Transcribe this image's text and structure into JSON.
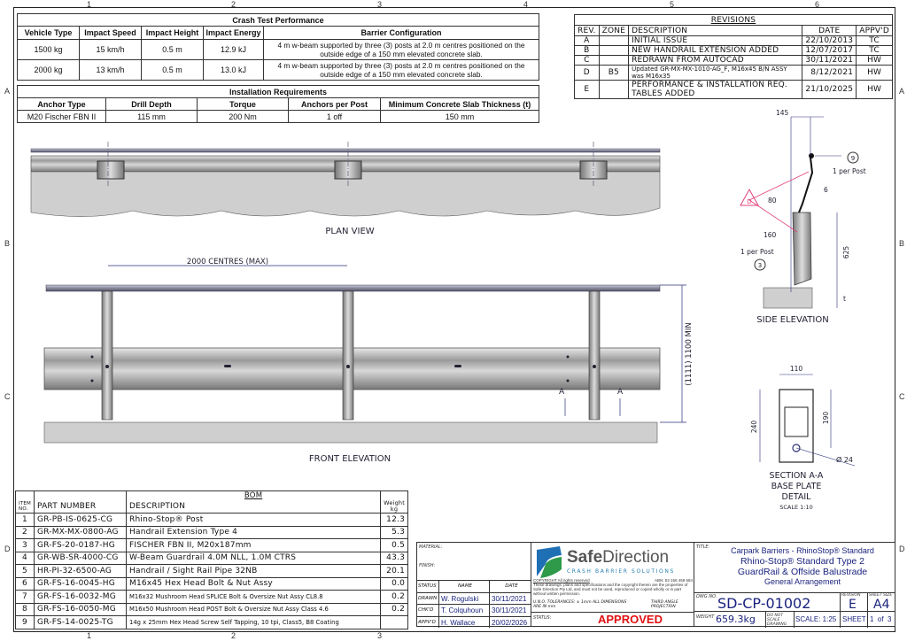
{
  "zones": {
    "cols": [
      "1",
      "2",
      "3",
      "4",
      "5",
      "6"
    ],
    "rows": [
      "A",
      "B",
      "C",
      "D"
    ]
  },
  "crash_test": {
    "title": "Crash Test Performance",
    "headers": [
      "Vehicle Type",
      "Impact Speed",
      "Impact Height",
      "Impact Energy",
      "Barrier Configuration"
    ],
    "rows": [
      [
        "1500 kg",
        "15 km/h",
        "0.5 m",
        "12.9 kJ",
        "4 m w-beam supported by three (3) posts at 2.0 m centres positioned on the outside edge of a 150 mm elevated concrete slab."
      ],
      [
        "2000 kg",
        "13 km/h",
        "0.5 m",
        "13.0 kJ",
        "4 m w-beam supported by three (3) posts at 2.0 m centres positioned on the outside edge of a 150 mm elevated concrete slab."
      ]
    ]
  },
  "installation": {
    "title": "Installation Requirements",
    "headers": [
      "Anchor Type",
      "Drill Depth",
      "Torque",
      "Anchors per Post",
      "Minimum Concrete Slab Thickness (t)"
    ],
    "row": [
      "M20 Fischer FBN II",
      "115 mm",
      "200 Nm",
      "1 off",
      "150 mm"
    ]
  },
  "revisions": {
    "title": "REVISIONS",
    "headers": [
      "REV.",
      "ZONE",
      "DESCRIPTION",
      "DATE",
      "APPV'D"
    ],
    "rows": [
      [
        "A",
        "",
        "INITIAL ISSUE",
        "22/10/2013",
        "TC"
      ],
      [
        "B",
        "",
        "NEW HANDRAIL EXTENSION ADDED",
        "12/07/2017",
        "TC"
      ],
      [
        "C",
        "",
        "REDRAWN FROM AUTOCAD",
        "30/11/2021",
        "HW"
      ],
      [
        "D",
        "B5",
        "Updated GR-MX-MX-1010-AG_F, M16x45 B/N ASSY was M16x35",
        "8/12/2021",
        "HW"
      ],
      [
        "E",
        "",
        "PERFORMANCE & INSTALLATION REQ. TABLES ADDED",
        "21/10/2025",
        "HW"
      ]
    ]
  },
  "views": {
    "plan": "PLAN VIEW",
    "front": "FRONT ELEVATION",
    "side": "SIDE ELEVATION",
    "section": [
      "SECTION A-A",
      "BASE PLATE",
      "DETAIL"
    ],
    "section_scale": "SCALE 1:10",
    "centres": "2000 CENTRES (MAX)",
    "height_min": "1100 MIN",
    "height_ref": "(1111)",
    "section_marker": "A",
    "side_dims": {
      "top": "145",
      "d6": "6",
      "d80": "80",
      "d160": "160",
      "d625": "625",
      "t": "t",
      "balloon9": "9",
      "balloon3": "3",
      "per_post": "1 per Post",
      "rev_tag": "D"
    },
    "section_dims": {
      "w": "110",
      "h": "240",
      "h2": "190",
      "dia": "Ø 24"
    }
  },
  "bom": {
    "title": "BOM",
    "headers": [
      "ITEM NO.",
      "PART NUMBER",
      "DESCRIPTION",
      "Weight kg"
    ],
    "rows": [
      [
        "1",
        "GR-PB-IS-0625-CG",
        "Rhino-Stop® Post",
        "12.3"
      ],
      [
        "2",
        "GR-MX-MX-0800-AG",
        "Handrail Extension Type 4",
        "5.3"
      ],
      [
        "3",
        "GR-FS-20-0187-HG",
        "FISCHER FBN II, M20x187mm",
        "0.5"
      ],
      [
        "4",
        "GR-WB-SR-4000-CG",
        "W-Beam Guardrail 4.0M NLL, 1.0M CTRS",
        "43.3"
      ],
      [
        "5",
        "HR-PI-32-6500-AG",
        "Handrail / Sight Rail Pipe 32NB",
        "20.1"
      ],
      [
        "6",
        "GR-FS-16-0045-HG",
        "M16x45 Hex Head Bolt & Nut Assy",
        "0.0"
      ],
      [
        "7",
        "GR-FS-16-0032-MG",
        "M16x32 Mushroom Head SPLICE Bolt & Oversize Nut Assy CL8.8",
        "0.2"
      ],
      [
        "8",
        "GR-FS-16-0050-MG",
        "M16x50 Mushroom Head POST Bolt & Oversize Nut Assy Class 4.6",
        "0.2"
      ],
      [
        "9",
        "GR-FS-14-0025-TG",
        "14g x 25mm Hex Head Screw Self Tapping, 10 tpi, Class5, B8 Coating",
        ""
      ]
    ]
  },
  "title_block": {
    "material": "MATERIAL:",
    "finish": "FINISH:",
    "status_h": "STATUS",
    "name_h": "NAME",
    "date_h": "DATE",
    "people": [
      [
        "DRAWN",
        "W. Rogulski",
        "30/11/2021"
      ],
      [
        "CHK'D",
        "T. Colquhoun",
        "30/11/2021"
      ],
      [
        "APPV'D",
        "H. Wallace",
        "20/02/2026"
      ]
    ],
    "logo_main": "Safe",
    "logo_main2": "Direction",
    "logo_sub": "CRASH BARRIER SOLUTIONS",
    "copyright": "COPYRIGHT  All rights reserved",
    "abn": "ABN: 53 156 459 684",
    "copy_text": "These drawings, plans and specifications and the copyright therein are the properties of Safe Direction Pty Ltd, and must not be used, reproduced or copied wholly or in part without written permission.",
    "tolerances": "U.N.O. TOLERANCES: ± 1mm  ALL DIMENSIONS ARE IN mm",
    "projection": "THIRD ANGLE PROJECTION",
    "status_label": "STATUS:",
    "status": "APPROVED",
    "title_label": "TITLE:",
    "title_lines": [
      "Carpark Barriers - RhinoStop® Standard",
      "Rhino-Stop® Standard Type 2",
      "GuardRail & Offside Balustrade",
      "General Arrangement"
    ],
    "dwg_label": "DWG NO.",
    "dwg_no": "SD-CP-01002",
    "rev_label": "REVISION",
    "rev": "E",
    "size_label": "SHEET SIZE",
    "size": "A4",
    "weight_label": "WEIGHT",
    "weight": "659.3kg",
    "dns": "DO NOT SCALE DRAWING",
    "scale": "SCALE: 1:25",
    "sheet": "SHEET  1  of  3"
  },
  "colors": {
    "accent": "#1a237e",
    "dim": "#2a2f7a",
    "revtag": "#e0407a",
    "status": "#e01010",
    "logo_green": "#2e9a4a",
    "logo_blue": "#1f6fb5"
  }
}
